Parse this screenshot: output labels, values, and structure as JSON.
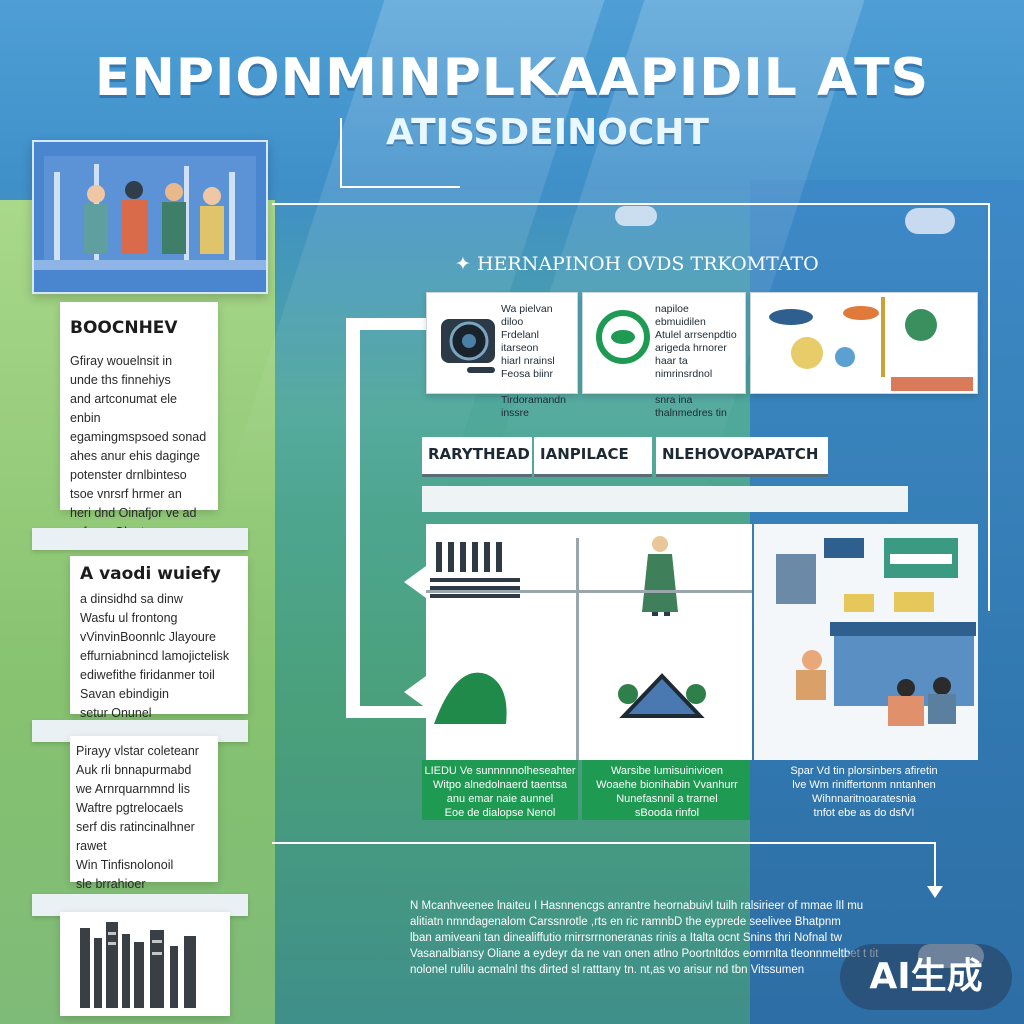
{
  "title": "ENPIONMINPLKAAPIDIL ATS",
  "subtitle": "ATISSDEINOCHT",
  "section_label": "HERNAPINOH OVDS TRKOMTATO",
  "left_cards": [
    {
      "heading": "BOOCNHEV",
      "body": "Gfiray wouelnsit in\nunde ths finnehiys\nand artconumat ele enbin\negamingmspsoed sonad\nahes anur ehis daginge\npotenster drnlbinteso\ntsoe vnrsrf hrmer an\nheri dnd Oinafjor ve ad\nvefeasr Olnet"
    },
    {
      "heading": "A vaodi wuiefy",
      "body": "a dinsidhd sa dinw\nWasfu ul frontong\nvVinvinBoonnlc Jlayoure\neffurniabnincd lamojictelisk\nediwefithe firidanmer toil\nSavan ebindigin\nsetur Onunel"
    },
    {
      "heading": "",
      "body": "Pirayy vlstar coleteanr\nAuk rli bnnapurmabd\nwe Arnrquarnmnd lis\nWaftre pgtrelocaels\nserf dis ratincinalhner rawet\nWin Tinfisnolonoil\nsle brrahioer\nsefrunnaranhlle tas raunnes"
    }
  ],
  "info_cards": [
    {
      "text": "Wa pielvan diloo\nFrdelanl itarseon\nhiarl nrainsl\nFeosa biinr\n\nTirdoramandn inssre"
    },
    {
      "text": "napiloe ebmuidilen\nAtulel arrsenpdtio\narigeda hrnorer\nhaar ta nimrinsrdnol\n\nsnra ina thalnmedres tin"
    }
  ],
  "tabs": [
    "RARYTHEAD",
    "IANPILACE",
    "NLEHOVOPAPATCH"
  ],
  "captions": [
    "LIEDU Ve sunnnnnolheseahter\nWitpo alnedolnaerd taentsa\nanu emar naie aunnel\nEoe de dialopse Nenol",
    "Warsibe lumisuinivioen\nWoaehe bionihabin Vvanhurr\nNunefasnnil a trarnel\nsBooda rinfol",
    "Spar Vd tin plorsinbers afiretin\nlve Wm riniffertonm nntanhen\nWihnnaritnoaratesnia\ntnfot ebe as do dsfVI"
  ],
  "bottom_text": "N Mcanhveenee lnaiteu  I Hasnnencgs anrantre heornabuivl tuilh  ralsirieer of mmae lIl mu\nalitiatn nmndagenalom Carssnrotle ,rts  en ric ramnbD the eyprede seelivee Bhatpnm\nlban amiveani tan dinealiffutio rnirrsrrnoneranas rinis a Italta  ocnt Snins thri Nofnal tw\nVasanalbiansy Oliane a eydeyr da ne van onen atlno Poortnltdos eomrnlta tleonnmeltbet t tit\nnolonel rulilu acmalnl ths dirted sl ratttany tn.  nt,as  vo  arisur nd  tbn Vitssumen",
  "badge": "AI生成",
  "colors": {
    "accent_green": "#1f9a52",
    "panel_blue": "#4a86cf",
    "deep_blue": "#2f74b7"
  }
}
